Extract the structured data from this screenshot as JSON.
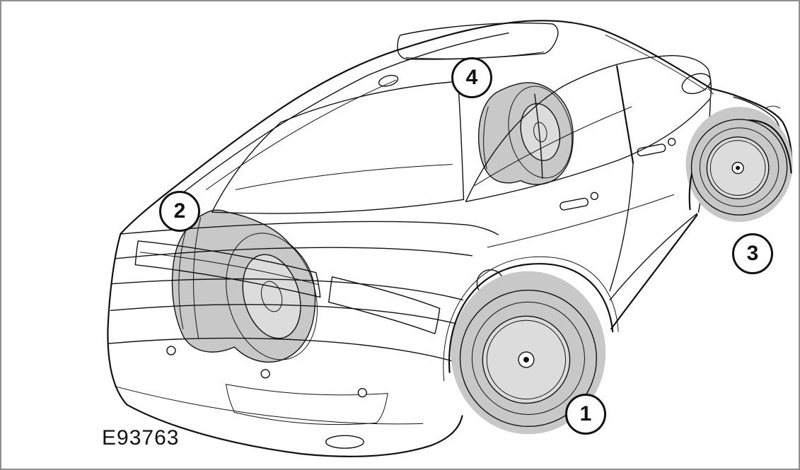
{
  "figure": {
    "code": "E93763",
    "callouts": [
      {
        "number": "1"
      },
      {
        "number": "2"
      },
      {
        "number": "3"
      },
      {
        "number": "4"
      }
    ]
  },
  "icons": {
    "illustration": "car-rear-three-quarter-line-drawing",
    "shaded_parts": [
      "left-rear-wheel",
      "left-front-wheel",
      "right-rear-wheel",
      "right-front-wheel"
    ]
  },
  "colors": {
    "line": "#111111",
    "shade": "#c8c8c8",
    "shade_light": "#dcdcdc",
    "background": "#ffffff",
    "frame_border": "#8f8f8f"
  }
}
